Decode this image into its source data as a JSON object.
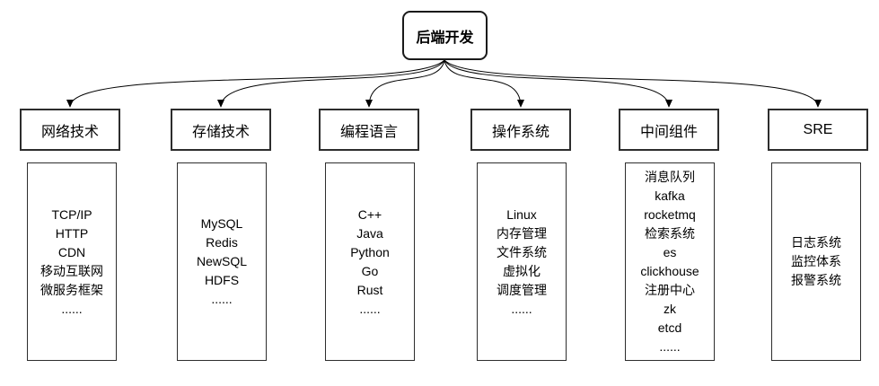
{
  "title": "后端开发",
  "branches": [
    {
      "id": "network",
      "label": "网络技术",
      "items": [
        "TCP/IP",
        "HTTP",
        "CDN",
        "移动互联网",
        "微服务框架",
        "......"
      ]
    },
    {
      "id": "storage",
      "label": "存储技术",
      "items": [
        "MySQL",
        "Redis",
        "NewSQL",
        "HDFS",
        "......"
      ]
    },
    {
      "id": "language",
      "label": "编程语言",
      "items": [
        "C++",
        "Java",
        "Python",
        "Go",
        "Rust",
        "......"
      ]
    },
    {
      "id": "os",
      "label": "操作系统",
      "items": [
        "Linux",
        "内存管理",
        "文件系统",
        "虚拟化",
        "调度管理",
        "......"
      ]
    },
    {
      "id": "middleware",
      "label": "中间组件",
      "items": [
        "消息队列",
        "kafka",
        "rocketmq",
        "检索系统",
        "es",
        "clickhouse",
        "注册中心",
        "zk",
        "etcd",
        "......"
      ]
    },
    {
      "id": "sre",
      "label": "SRE",
      "items": [
        "日志系统",
        "监控体系",
        "报警系统"
      ]
    }
  ],
  "colors": {
    "background": "#ffffff",
    "line": "#000000",
    "border": "#2d2d2d",
    "text": "#000000"
  }
}
